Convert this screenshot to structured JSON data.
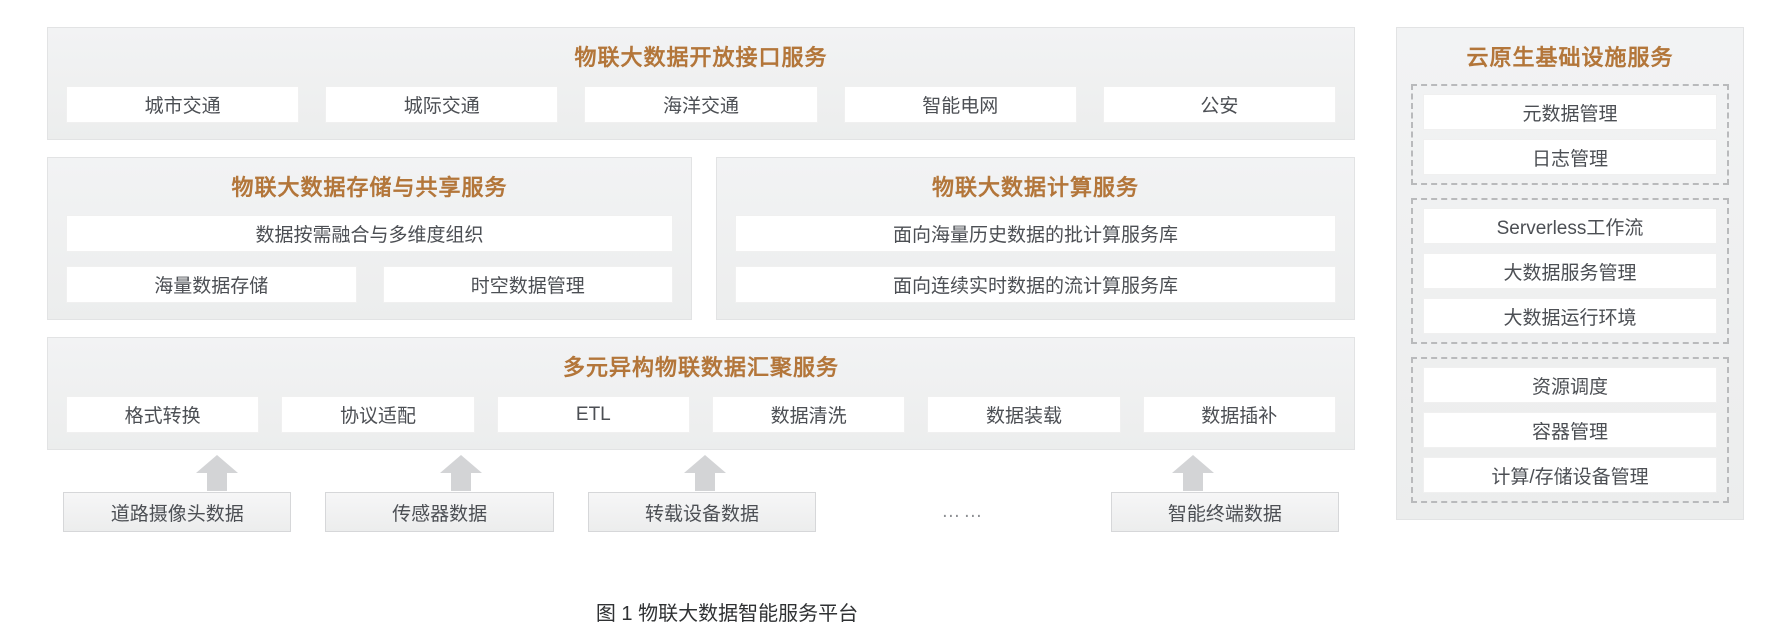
{
  "figure": {
    "caption": "图 1  物联大数据智能服务平台"
  },
  "colors": {
    "title_accent": "#b3763a",
    "body_text": "#4c4f54",
    "panel_bg": "#eceded",
    "arrow_fill": "#d3d4d6"
  },
  "open_api": {
    "title": "物联大数据开放接口服务",
    "items": [
      {
        "label": "城市交通"
      },
      {
        "label": "城际交通"
      },
      {
        "label": "海洋交通"
      },
      {
        "label": "智能电网"
      },
      {
        "label": "公安"
      }
    ]
  },
  "storage": {
    "title": "物联大数据存储与共享服务",
    "primary": "数据按需融合与多维度组织",
    "items": [
      {
        "label": "海量数据存储"
      },
      {
        "label": "时空数据管理"
      }
    ]
  },
  "compute": {
    "title": "物联大数据计算服务",
    "items": [
      {
        "label": "面向海量历史数据的批计算服务库"
      },
      {
        "label": "面向连续实时数据的流计算服务库"
      }
    ]
  },
  "aggregation": {
    "title": "多元异构物联数据汇聚服务",
    "items": [
      {
        "label": "格式转换"
      },
      {
        "label": "协议适配"
      },
      {
        "label": "ETL"
      },
      {
        "label": "数据清洗"
      },
      {
        "label": "数据装载"
      },
      {
        "label": "数据插补"
      }
    ]
  },
  "sources": {
    "items": [
      {
        "label": "道路摄像头数据",
        "type": "box",
        "arrow": true
      },
      {
        "label": "传感器数据",
        "type": "box",
        "arrow": true
      },
      {
        "label": "转载设备数据",
        "type": "box",
        "arrow": true
      },
      {
        "label": "……",
        "type": "dots",
        "arrow": false
      },
      {
        "label": "智能终端数据",
        "type": "box",
        "arrow": true
      }
    ]
  },
  "cloud_native": {
    "title": "云原生基础设施服务",
    "groups": [
      {
        "items": [
          {
            "label": "元数据管理"
          },
          {
            "label": "日志管理"
          }
        ]
      },
      {
        "items": [
          {
            "label": "Serverless工作流"
          },
          {
            "label": "大数据服务管理"
          },
          {
            "label": "大数据运行环境"
          }
        ]
      },
      {
        "items": [
          {
            "label": "资源调度"
          },
          {
            "label": "容器管理"
          },
          {
            "label": "计算/存储设备管理"
          }
        ]
      }
    ]
  }
}
